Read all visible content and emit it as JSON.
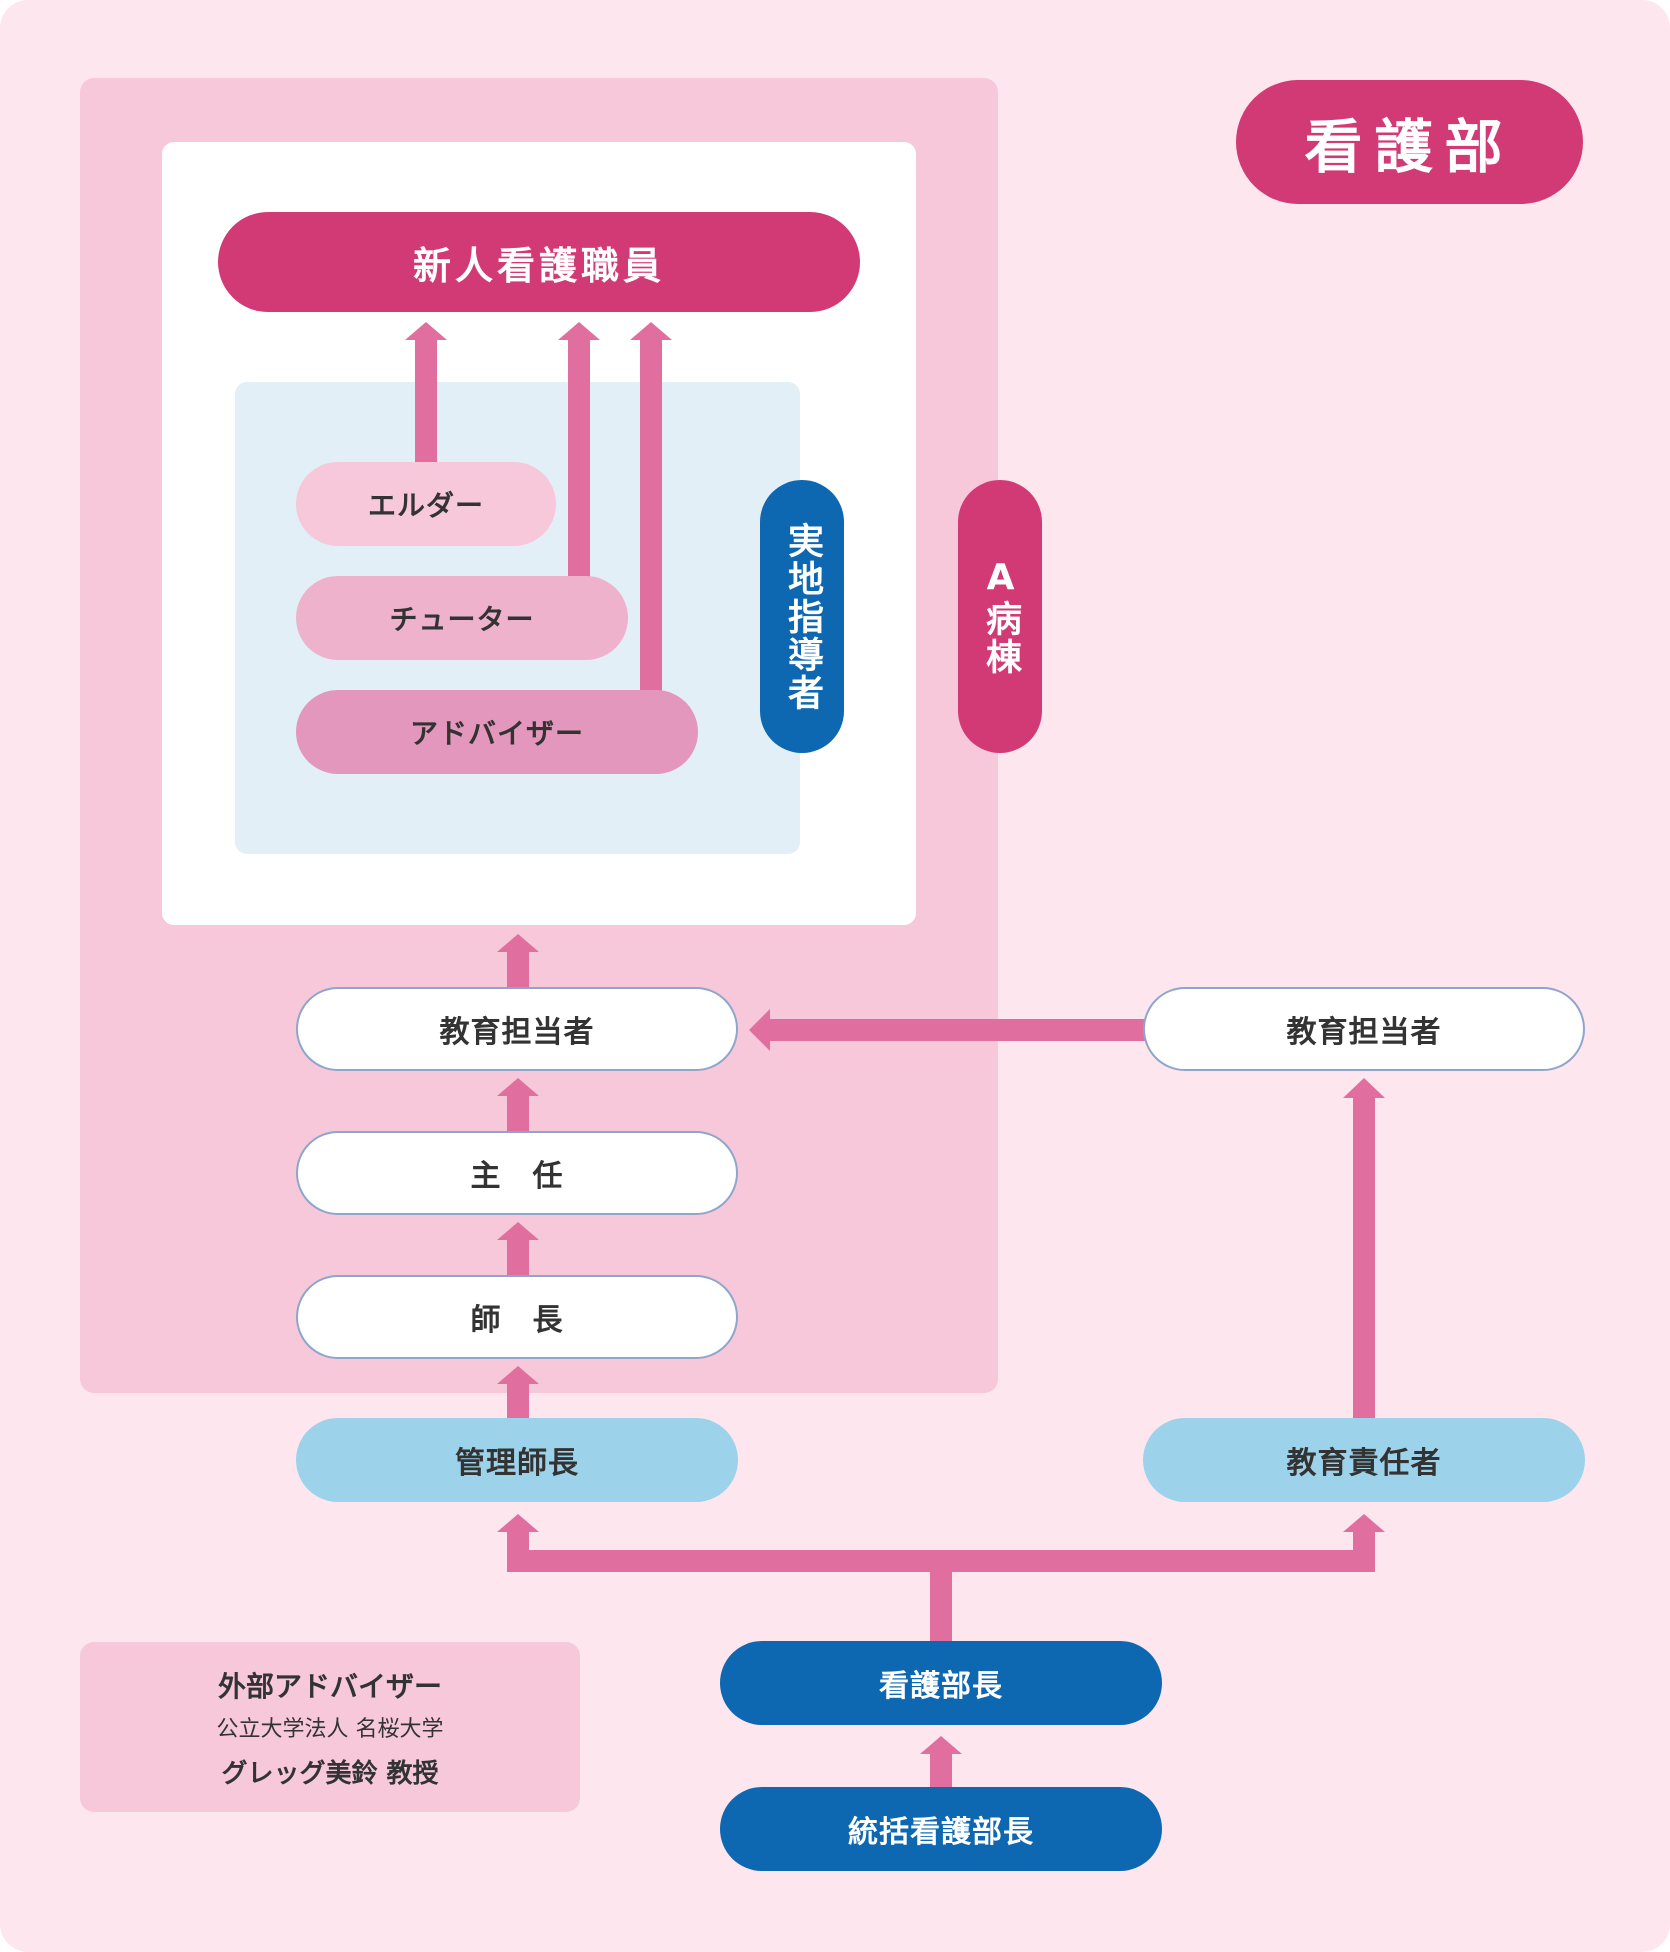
{
  "title": "看護部",
  "colors": {
    "background": "#fde6ee",
    "ward_panel": "#f6c8da",
    "magenta": "#d23a75",
    "arrow_pink": "#e06f9f",
    "light_blue_panel": "#e2eff7",
    "sky": "#9cd3ea",
    "navy": "#0d67b1"
  },
  "new_nurse": "新人看護職員",
  "field_instructor": "実地指導者",
  "ward_label": "A病棟",
  "roles": {
    "elder": "エルダー",
    "tutor": "チューター",
    "adviser": "アドバイザー"
  },
  "ward_staff": {
    "education_officer": "教育担当者",
    "chief": "主　任",
    "head_nurse": "師　長"
  },
  "dept_education_officer": "教育担当者",
  "managing_head_nurse": "管理師長",
  "education_manager": "教育責任者",
  "nursing_director": "看護部長",
  "general_nursing_director": "統括看護部長",
  "external_adviser": {
    "heading": "外部アドバイザー",
    "affiliation": "公立大学法人 名桜大学",
    "person": "グレッグ美鈴 教授"
  }
}
